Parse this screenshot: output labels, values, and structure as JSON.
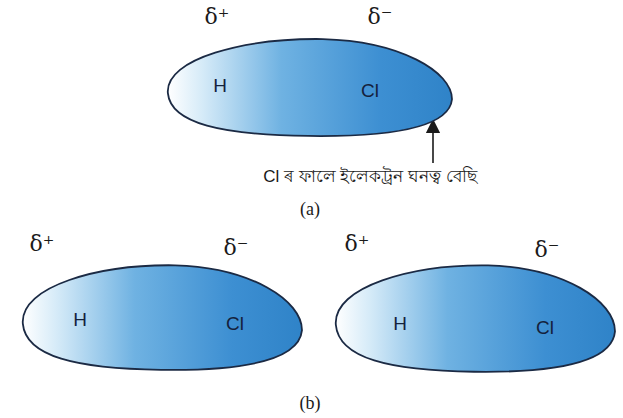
{
  "diagram": {
    "nodes": [
      {
        "text": [
          "H",
          "Cl"
        ]
      },
      {
        "text": [
          "H",
          "Cl"
        ]
      },
      {
        "text": [
          "H",
          "Cl"
        ]
      }
    ],
    "labels": [
      "δ⁺",
      "δ⁻",
      "Cl ৰ ফালে ইলেকট্ৰন ঘনত্ব বেছি",
      "(a)",
      "δ⁺",
      "δ⁻",
      "δ⁺",
      "δ⁻",
      "(b)"
    ]
  }
}
